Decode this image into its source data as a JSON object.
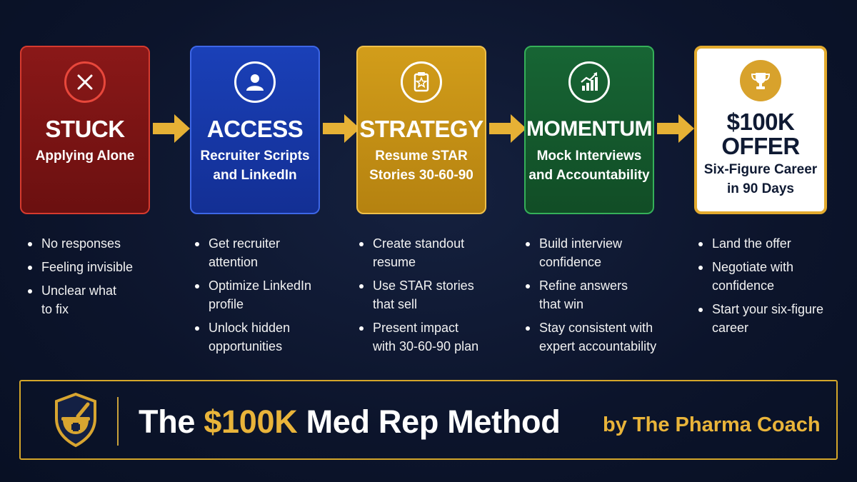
{
  "steps": [
    {
      "title": "STUCK",
      "subtitle_lines": [
        "Applying Alone"
      ],
      "icon": "x-circle-icon",
      "bullets": [
        [
          "No responses"
        ],
        [
          "Feeling invisible"
        ],
        [
          "Unclear what",
          "to fix"
        ]
      ]
    },
    {
      "title": "ACCESS",
      "subtitle_lines": [
        "Recruiter Scripts",
        "and LinkedIn"
      ],
      "icon": "user-icon",
      "bullets": [
        [
          "Get recruiter",
          "attention"
        ],
        [
          "Optimize LinkedIn",
          "profile"
        ],
        [
          "Unlock hidden",
          "opportunities"
        ]
      ]
    },
    {
      "title": "STRATEGY",
      "subtitle_lines": [
        "Resume STAR",
        "Stories 30-60-90"
      ],
      "icon": "clipboard-star-icon",
      "bullets": [
        [
          "Create standout",
          "resume"
        ],
        [
          "Use STAR stories",
          "that sell"
        ],
        [
          "Present impact",
          "with 30-60-90 plan"
        ]
      ]
    },
    {
      "title": "MOMENTUM",
      "subtitle_lines": [
        "Mock Interviews",
        "and Accountability"
      ],
      "icon": "growth-chart-icon",
      "bullets": [
        [
          "Build interview",
          "confidence"
        ],
        [
          "Refine answers",
          "that win"
        ],
        [
          "Stay consistent with",
          "expert accountability"
        ]
      ]
    },
    {
      "title_lines": [
        "$100K",
        "OFFER"
      ],
      "subtitle_lines": [
        "Six-Figure Career",
        "in 90 Days"
      ],
      "icon": "trophy-icon",
      "bullets": [
        [
          "Land the offer"
        ],
        [
          "Negotiate with",
          "confidence"
        ],
        [
          "Start your six-figure",
          "career"
        ]
      ]
    }
  ],
  "banner": {
    "title_part1": "The ",
    "title_highlight": "$100K",
    "title_part2": " Med Rep Method",
    "byline": "by The Pharma Coach",
    "logo_icon": "shield-mortar-pestle-icon"
  },
  "colors": {
    "background": "#0c142b",
    "stuck": "#7d1414",
    "access": "#1638a6",
    "strategy": "#c48f12",
    "momentum": "#14592d",
    "offer": "#ffffff",
    "gold": "#e9b43a",
    "arrow": "#e6b135"
  }
}
